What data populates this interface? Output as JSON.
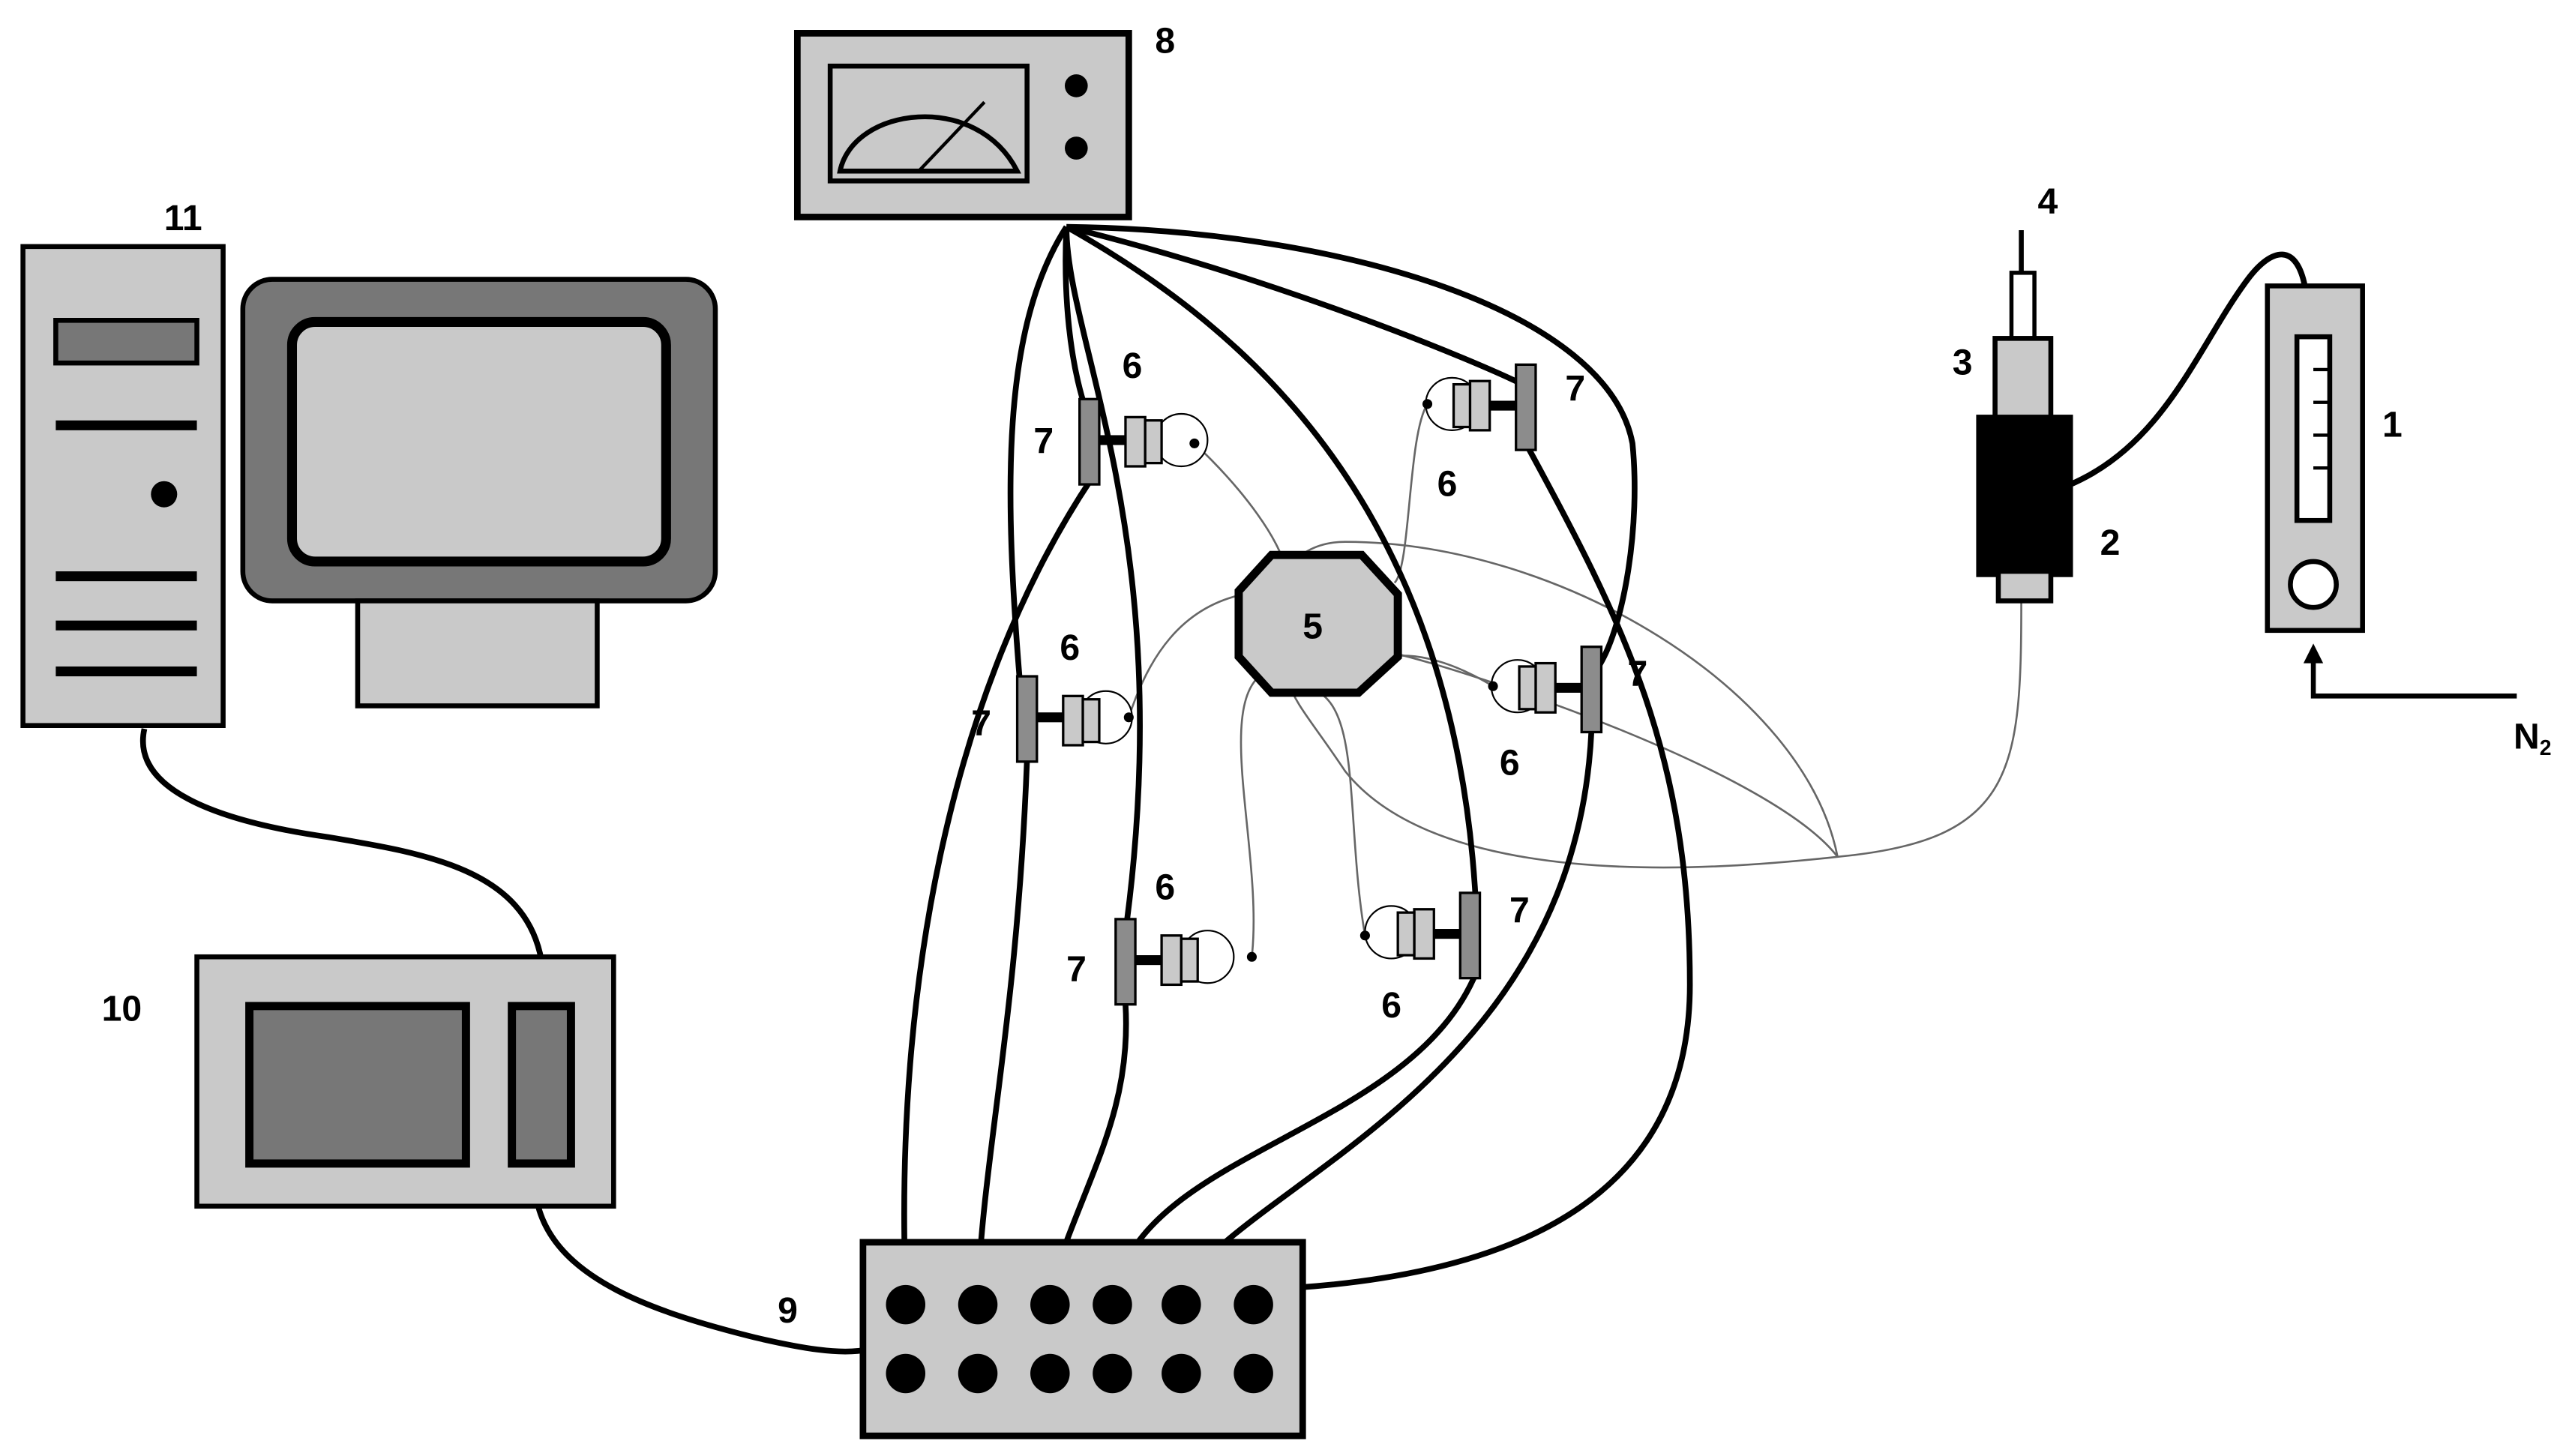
{
  "colors": {
    "background": "#ffffff",
    "ink": "#000000",
    "light_gray": "#c9c9c9",
    "mid_gray": "#8c8c8c",
    "dark_gray": "#777777"
  },
  "labels": {
    "flowmeter": "1",
    "bubbler": "2",
    "injector": "3",
    "syringe": "4",
    "chamber": "5",
    "sensor": "6",
    "holder": "7",
    "meter": "8",
    "switch_box": "9",
    "daq": "10",
    "computer": "11",
    "gas": "N",
    "gas_subscript": "2"
  },
  "icons": {
    "computer": "desktop-computer-icon",
    "monitor": "crt-monitor-icon",
    "meter": "analog-meter-icon",
    "daq": "data-acquisition-unit-icon",
    "switch_box": "connector-panel-icon",
    "flowmeter": "rotameter-icon",
    "bubbler": "bubbler-icon",
    "syringe": "syringe-icon",
    "chamber": "test-chamber-icon"
  }
}
